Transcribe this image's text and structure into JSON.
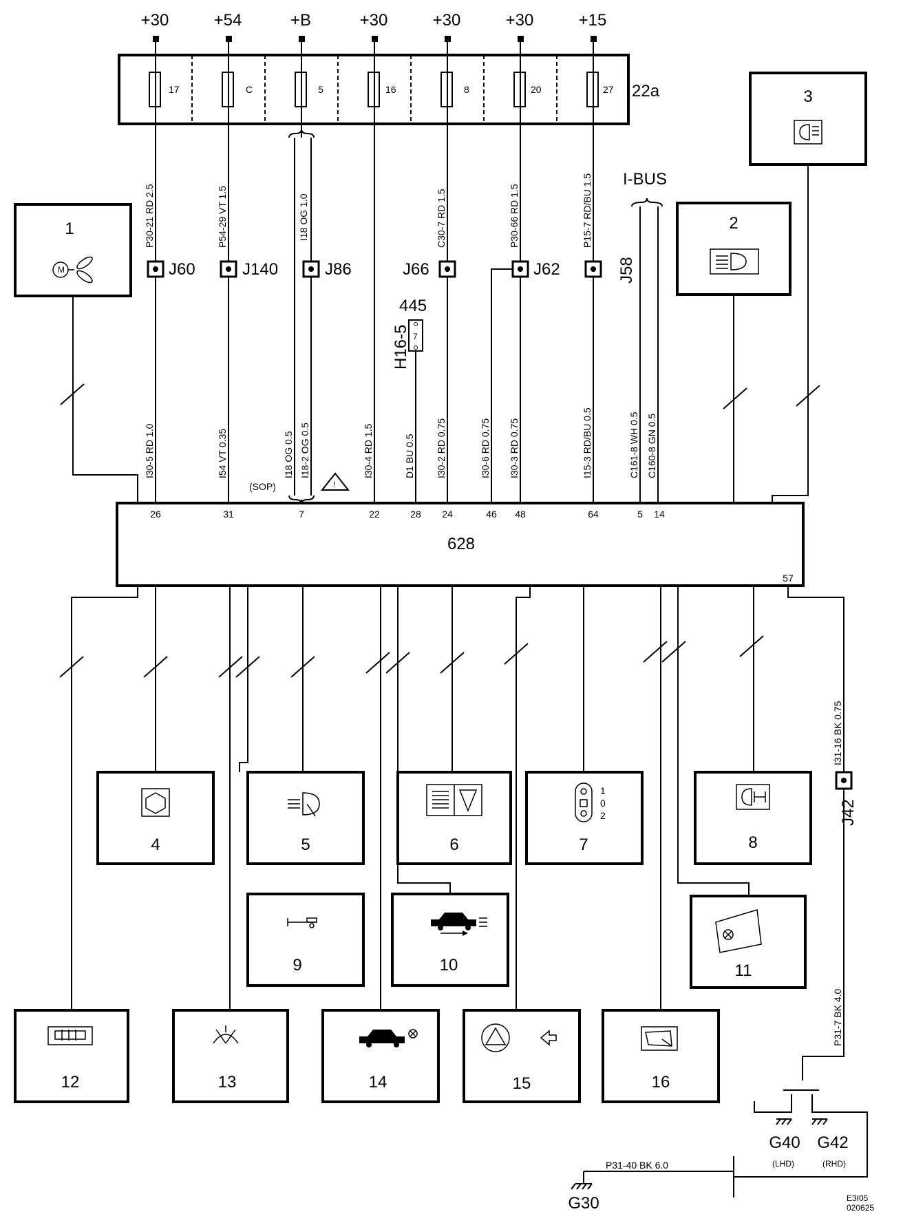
{
  "supplies": [
    "+30",
    "+54",
    "+B",
    "+30",
    "+30",
    "+30",
    "+15"
  ],
  "fuses": [
    "17",
    "C",
    "5",
    "16",
    "8",
    "20",
    "27"
  ],
  "fuse_box": "22a",
  "upper_wires": [
    "P30-21  RD  2.5",
    "P54-29  VT  1.5",
    "I18  OG  1.0",
    "C30-7  RD  1.5",
    "P30-66  RD  1.5",
    "P15-7  RD/BU  1.5"
  ],
  "junctions": {
    "j60": "J60",
    "j140": "J140",
    "j86": "J86",
    "j66": "J66",
    "j62": "J62",
    "j58": "J58",
    "j42": "J42"
  },
  "ibus": "I-BUS",
  "conn_445": "445",
  "conn_445_pin": "7",
  "conn_h16": "H16-5",
  "lower_wires": [
    "I30-5  RD  1.0",
    "I54  VT  0.35",
    "I18  OG  0.5",
    "I18-2  OG  0.5",
    "I30-4  RD  1.5",
    "D1  BU  0.5",
    "I30-2  RD  0.75",
    "I30-6  RD  0.75",
    "I30-3  RD  0.75",
    "I15-3  RD/BU  0.5",
    "C161-8  WH  0.5",
    "C160-8  GN  0.5"
  ],
  "sop": "(SOP)",
  "note_mark": "!",
  "pins": [
    "26",
    "31",
    "7",
    "22",
    "28",
    "24",
    "46",
    "48",
    "64",
    "5",
    "14",
    "57"
  ],
  "module_628": "628",
  "components": {
    "c1": "1",
    "c2": "2",
    "c3": "3",
    "c4": "4",
    "c5": "5",
    "c6": "6",
    "c7": "7",
    "c8": "8",
    "c9": "9",
    "c10": "10",
    "c11": "11",
    "c12": "12",
    "c13": "13",
    "c14": "14",
    "c15": "15",
    "c16": "16"
  },
  "motor_letter": "M",
  "switch_positions": [
    "1",
    "0",
    "2"
  ],
  "ground_wire_1": "I31-16  BK  0.75",
  "ground_wire_2": "P31-7  BK  4.0",
  "ground_wire_3": "P31-40   BK   6.0",
  "grounds": {
    "g40": "G40",
    "g42": "G42",
    "g30": "G30",
    "lhd": "(LHD)",
    "rhd": "(RHD)"
  },
  "code_1": "E3I05",
  "code_2": "020625"
}
